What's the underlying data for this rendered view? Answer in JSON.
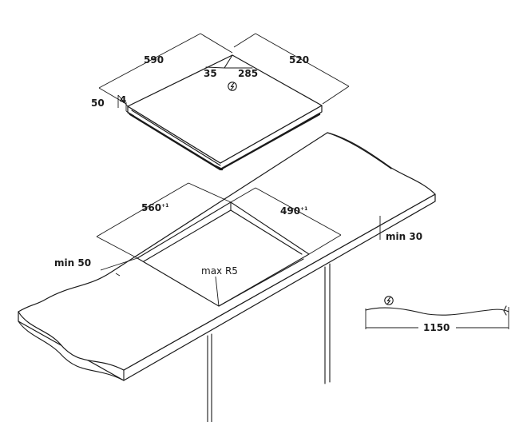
{
  "hob": {
    "width": "590",
    "depth": "520",
    "connection_offset": "35",
    "connection_distance": "285",
    "height_total": "50",
    "glass_thickness": "4"
  },
  "cutout": {
    "width": "560",
    "width_tol": "+1",
    "depth": "490",
    "depth_tol": "+1",
    "corner_radius": "max R5",
    "min_back": "min 50",
    "min_front": "min 30"
  },
  "cable": {
    "length": "1150"
  },
  "icons": {
    "power": "power-connection-icon"
  }
}
